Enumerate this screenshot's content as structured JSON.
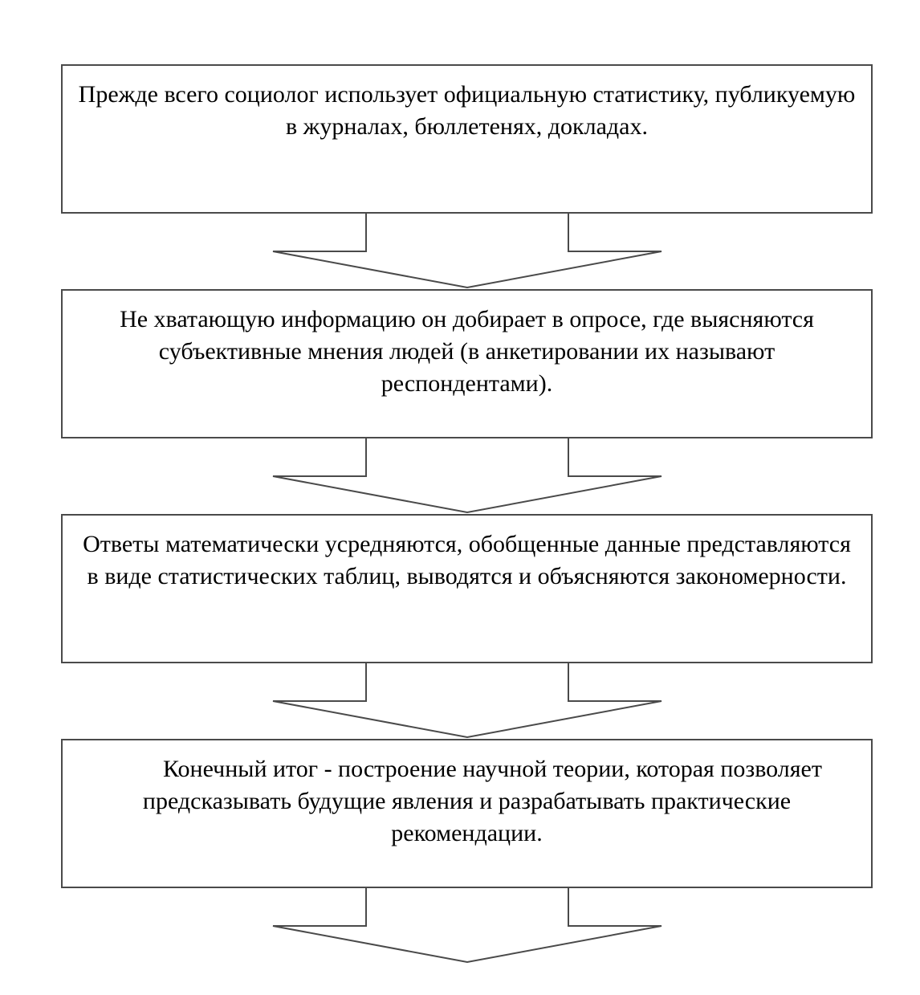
{
  "diagram": {
    "type": "flowchart",
    "direction": "top-to-bottom",
    "colors": {
      "stroke": "#4a4a4a",
      "fill": "#ffffff",
      "text": "#000000"
    },
    "steps": [
      {
        "text": "Прежде всего социолог использует официальную статистику, публикуемую в журналах, бюллетенях, докладах."
      },
      {
        "text": "Не хватающую информацию он добирает в опросе, где выясняются субъективные мнения людей (в анкетировании их называют респондентами)."
      },
      {
        "text": "Ответы математически усредняются, обобщенные данные представляются в виде статистических таблиц, выводятся и объясняются закономерности."
      },
      {
        "text": "Конечный итог - построение научной теории, которая позволяет предсказывать будущие явления и разрабатывать практические рекомендации."
      }
    ],
    "connectors": [
      {
        "from": 1,
        "to": 2,
        "style": "block-arrow"
      },
      {
        "from": 2,
        "to": 3,
        "style": "block-arrow"
      },
      {
        "from": 3,
        "to": 4,
        "style": "block-arrow"
      },
      {
        "from": 4,
        "to": null,
        "style": "block-arrow"
      }
    ]
  }
}
